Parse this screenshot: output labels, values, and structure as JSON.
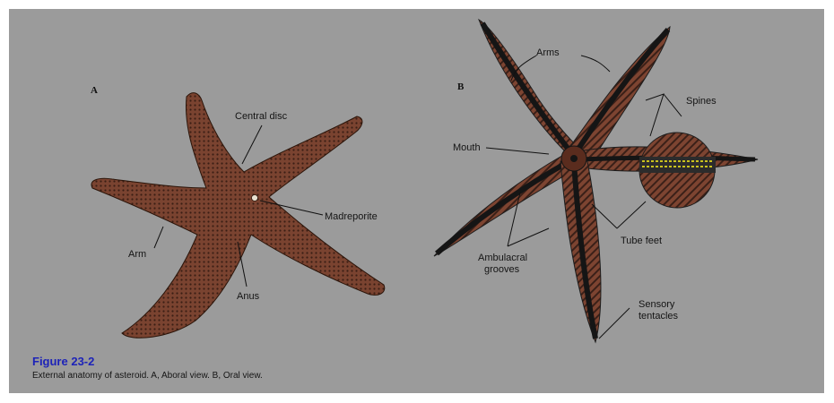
{
  "figure": {
    "title": "Figure 23-2",
    "caption": "External anatomy of asteroid. A, Aboral view. B, Oral view."
  },
  "panel_a": {
    "letter": "A",
    "labels": {
      "central_disc": "Central disc",
      "madreporite": "Madreporite",
      "arm": "Arm",
      "anus": "Anus"
    }
  },
  "panel_b": {
    "letter": "B",
    "labels": {
      "arms": "Arms",
      "spines": "Spines",
      "mouth": "Mouth",
      "tube_feet": "Tube feet",
      "ambulacral_1": "Ambulacral",
      "ambulacral_2": "grooves",
      "sensory_1": "Sensory",
      "sensory_2": "tentacles"
    }
  },
  "colors": {
    "background": "#9b9b9b",
    "starfish_body": "#6e3a26",
    "groove": "#1c1c1c",
    "title_blue": "#1d23b8"
  }
}
